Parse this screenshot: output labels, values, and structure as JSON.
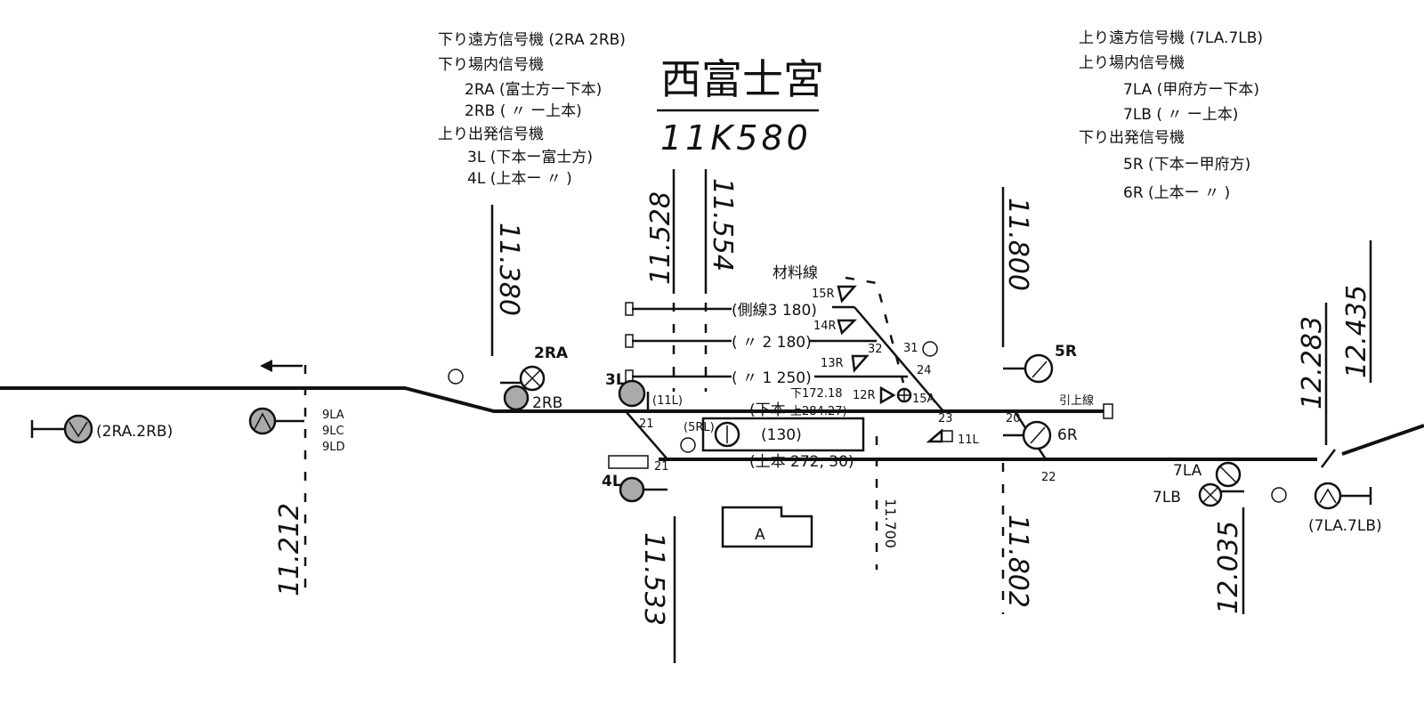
{
  "station": {
    "name": "西富士宮",
    "km": "11K580"
  },
  "left_legend": {
    "lines": [
      "下り遠方信号機 (2RA 2RB)",
      "下り場内信号機",
      "2RA (富士方ー下本)",
      "2RB ( 〃 ー上本)",
      "上り出発信号機",
      "3L (下本ー富士方)",
      "4L (上本ー 〃 )"
    ]
  },
  "right_legend": {
    "lines": [
      "上り遠方信号機 (7LA.7LB)",
      "上り場内信号機",
      "7LA (甲府方ー下本)",
      "7LB ( 〃 ー上本)",
      "下り出発信号機",
      "5R (下本ー甲府方)",
      "6R (上本ー 〃 )"
    ]
  },
  "km_posts": {
    "k11380": "11.380",
    "k11528": "11.528",
    "k11554": "11.554",
    "k11800": "11.800",
    "k12283": "12.283",
    "k12435": "12.435",
    "k11212": "11.212",
    "k11533": "11.533",
    "k11700": "11.700",
    "k11802": "11.802",
    "k12035": "12.035"
  },
  "tracks": {
    "siding_label": "材料線",
    "track3": "(側線3 180)",
    "track2": "( 〃 2 180)",
    "track1": "( 〃 1 250)",
    "main_down": "(下本",
    "main_down_len": "下172.18",
    "main_down_len2": "上284.27)",
    "main_up": "(上本 272, 30)",
    "platform": "(130)",
    "short": "(11L)",
    "headshunt": "引上線"
  },
  "signals": {
    "s2RA": "2RA",
    "s2RB": "2RB",
    "s3L": "3L",
    "s4L": "4L",
    "s5R": "5R",
    "s6R": "6R",
    "s7LA": "7LA",
    "s7LB": "7LB",
    "s12R": "12R",
    "s13R": "13R",
    "s14R": "14R",
    "s15R": "15R",
    "s15A": "15A",
    "s5RL": "(5RL)",
    "s11L": "11L",
    "distant_left": "(2RA.2RB)",
    "distant_right": "(7LA.7LB)",
    "repeater_left": [
      "9LA",
      "9LC",
      "9LD"
    ]
  },
  "switch_numbers": {
    "n21": "21",
    "n21b": "21",
    "n31": "31",
    "n24": "24",
    "n23": "23",
    "n20": "20",
    "n22": "22",
    "n32": "32"
  },
  "building": {
    "label": "A"
  }
}
